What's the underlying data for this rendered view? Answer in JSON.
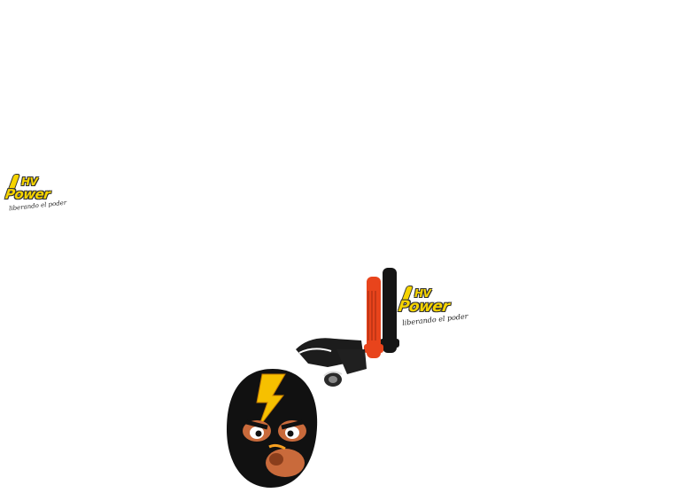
{
  "logo_small": {
    "hv": "HV",
    "power": "Power",
    "tagline": "liberando el poder"
  },
  "logo_large": {
    "hv": "HV",
    "power": "Power",
    "tagline": "liberando el poder"
  },
  "colors": {
    "brand_yellow": "#f6d400",
    "grip_orange": "#e8441c",
    "grip_black": "#151515",
    "mask_orange": "#f7a020",
    "skin": "#c96a3b"
  },
  "icons": [
    "hv-power-logo",
    "throttle-grips-image",
    "luchador-mask-mascot"
  ]
}
